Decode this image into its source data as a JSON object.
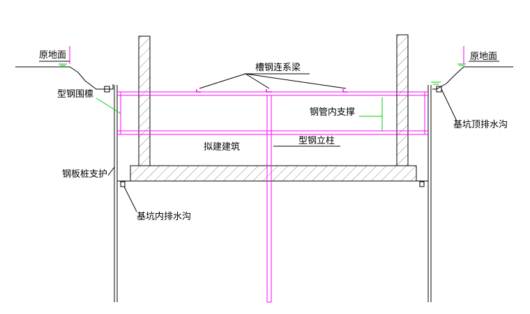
{
  "labels": {
    "ground_left": "原地面",
    "ground_right": "原地面",
    "channel_beam": "槽钢连系梁",
    "steel_purlin": "型钢围檩",
    "pipe_support": "钢管内支撑",
    "top_drain": "基坑顶排水沟",
    "building": "拟建建筑",
    "steel_column": "型钢立柱",
    "sheet_pile": "钢板桩支护",
    "inner_drain": "基坑内排水沟"
  },
  "colors": {
    "line": "#000000",
    "support": "#ff00ff",
    "leader": "#00cc00",
    "hatch": "#555555"
  }
}
